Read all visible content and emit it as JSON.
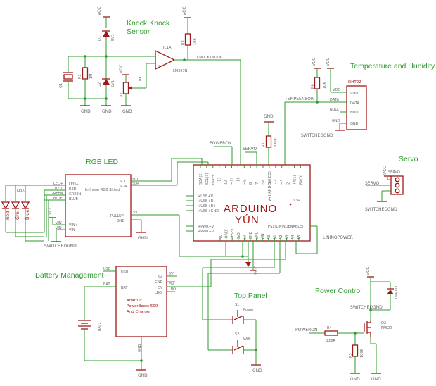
{
  "sections": {
    "knock": "Knock Knock\nSensor",
    "temperature": "Temperature and Hunidity",
    "rgb": "RGB LED",
    "servo": "Servo",
    "battery": "Battery Management",
    "top_panel": "Top Panel",
    "power_control": "Power Control"
  },
  "arduino": {
    "title_line1": "ARDUINO",
    "title_line2": "YÚN",
    "top_pins": [
      "SDA(2)",
      "SCL(3)",
      "IOREF",
      "~13",
      "12",
      "~11",
      "~10",
      "~9",
      "8",
      "7",
      "~6",
      "5",
      "~4",
      "~3",
      "2",
      "TX(1)",
      "RX(0)"
    ],
    "left_pins": [
      "+USB+V",
      "+USB+D-",
      "+USB+D+",
      "+USB+GND",
      "+PWR+V",
      "+PWR+V"
    ],
    "right_labels": [
      "V+HAND(SWIED)",
      "ICSP",
      "TPS1(LININOENABLE)"
    ],
    "bottom_pins": [
      "NC",
      "IOREF",
      "RESET",
      "3V3",
      "5V",
      "GND",
      "GND",
      "VIN",
      "A0",
      "A1",
      "A2",
      "A3",
      "A4",
      "A5"
    ]
  },
  "labels": {
    "vcc": "VCC",
    "gnd": "GND",
    "switchedgnd": "SWITCHEDGND",
    "poweron": "POWERON",
    "servo": "SERVO",
    "knockknock": "KNOCKKNOCK",
    "tempsensor": "TEMPSENSOR",
    "lininopower": "LININOPOWER",
    "pullup": "PULLUP"
  },
  "knock": {
    "op_amp": "IC1A",
    "op_amp_part": "LM393N",
    "r_top": "R3",
    "r_top_val": "10K",
    "d1": "D1",
    "d1_val": "5V1",
    "d2": "D2",
    "d2_val": "5V1",
    "q1": "Q1",
    "r1": "R1",
    "r1_val": "1M",
    "r2": "R2",
    "r2_val": "10K"
  },
  "temperature": {
    "part": "DHT22",
    "pins": [
      "VDD",
      "DATA",
      "NULL",
      "GND"
    ],
    "net_vdd": "VDD",
    "net_data": "DATA",
    "net_null": "NULL",
    "net_gnd": "GND",
    "r6": "R6",
    "r6_val": "10K",
    "r7": "R7",
    "r7_val": "330R"
  },
  "rgb": {
    "shield": "Infineon RGB Shield",
    "led": "LED1",
    "shield_left": [
      "LED+",
      "RED",
      "GREEN",
      "BLUE"
    ],
    "shield_left_bottom": [
      "VIN+",
      "VIN-"
    ],
    "shield_right": [
      "SCL",
      "SDA"
    ],
    "shield_right_bottom": [
      "PULLUP",
      "GND"
    ],
    "net_scl": "SCL",
    "net_sda": "SDA",
    "net_5v": "5V",
    "wires": [
      "LED+",
      "RED",
      "GREEN",
      "BLUE",
      "VIN+",
      "VIN-"
    ],
    "led_colors": [
      "Red",
      "Grn",
      "Blue"
    ]
  },
  "servo": {
    "header": "SERVO"
  },
  "battery": {
    "chip_line1": "Adafruit",
    "chip_line2": "PowerBoost 500",
    "chip_line3": "And Charger",
    "pins_left": [
      "USB",
      "BAT"
    ],
    "pins_right": [
      "5V",
      "GND",
      "EN",
      "LBO"
    ],
    "pin_gnd_bottom": "GND",
    "net_usb": "USB",
    "net_bat": "BAT",
    "net_5v": "5V",
    "net_en": "EN",
    "net_lbo": "LBO",
    "bat_label": "BAT1"
  },
  "top_panel": {
    "s1": "S1",
    "s1_label": "Power",
    "s2": "S2",
    "s2_label": "Wifi"
  },
  "power_control": {
    "q2": "Q2",
    "q2_part": "IRF520",
    "r4": "R4",
    "r4_val": "220R",
    "r5": "R5",
    "r5_val": "100K",
    "d3": "D3",
    "d3_part": "1N4007"
  }
}
